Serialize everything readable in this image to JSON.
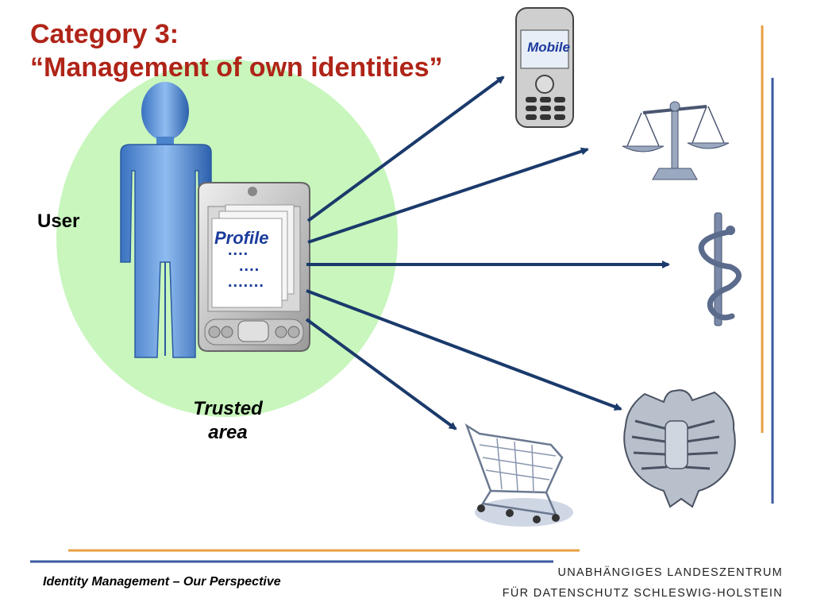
{
  "title": {
    "line1": "Category 3:",
    "line2": "“Management of own identities”"
  },
  "user_label": "User",
  "trusted_area": {
    "line1": "Trusted",
    "line2": "area"
  },
  "device": {
    "profile_label": "Profile",
    "dots1": "....",
    "dots2": "....",
    "dots3": "......."
  },
  "mobile_label": "Mobile",
  "footer": {
    "title": "Identity Management – Our Perspective",
    "org_line1": "UNABHÄNGIGES LANDESZENTRUM",
    "org_line2": "FÜR DATENSCHUTZ SCHLESWIG-HOLSTEIN"
  },
  "colors": {
    "title": "#b02418",
    "arrow": "#1a3a6b",
    "trusted_area": "#c8f6bd",
    "accent_orange": "#e8a040",
    "accent_blue": "#3b5aa0"
  },
  "icons": [
    "user-figure-icon",
    "pda-icon",
    "mobile-phone-icon",
    "scales-of-justice-icon",
    "asclepius-staff-icon",
    "shopping-cart-icon",
    "federal-eagle-icon"
  ]
}
